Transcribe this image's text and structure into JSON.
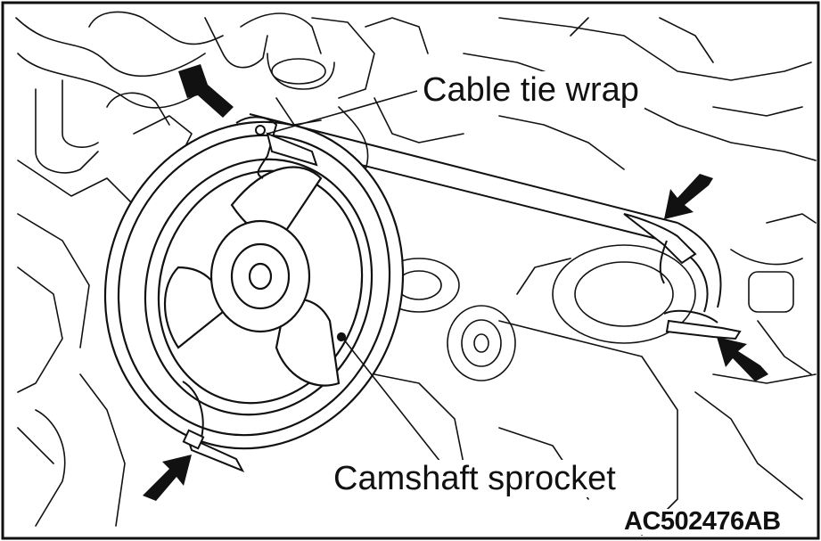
{
  "labels": {
    "cable_tie_wrap": "Cable tie wrap",
    "camshaft_sprocket": "Camshaft sprocket"
  },
  "figure_code": "AC502476AB"
}
